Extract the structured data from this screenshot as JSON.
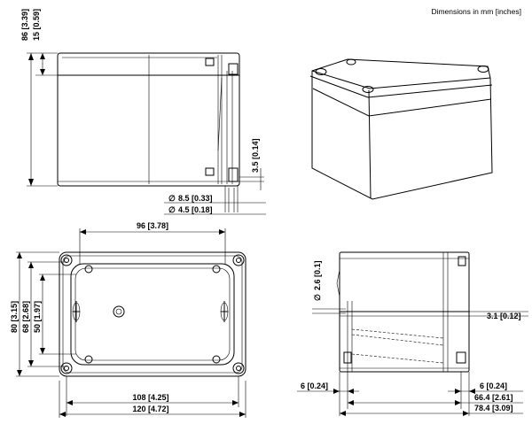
{
  "header": {
    "units_note": "Dimensions in mm [inches]"
  },
  "front_view": {
    "height_label": "86 [3.39]",
    "lid_label": "15 [0.59]",
    "gap_label": "3.5 [0.14]",
    "hole_outer_label": "8.5 [0.33]",
    "hole_inner_label": "4.5 [0.18]",
    "diameter_symbol": "∅"
  },
  "top_view": {
    "width_label": "96 [3.78]",
    "outer_width_label": "108 [4.25]",
    "total_width_label": "120 [4.72]",
    "depth_total_label": "80 [3.15]",
    "depth_mid_label": "68 [2.68]",
    "depth_inner_label": "50 [1.97]"
  },
  "side_view": {
    "diameter_label": "2.6 [0.1]",
    "step_label": "3.1 [0.12]",
    "left_offset_label": "6 [0.24]",
    "right_offset_label": "6 [0.24]",
    "inner_depth_label": "66.4 [2.61]",
    "total_depth_label": "78.4 [3.09]",
    "diameter_symbol": "∅"
  }
}
